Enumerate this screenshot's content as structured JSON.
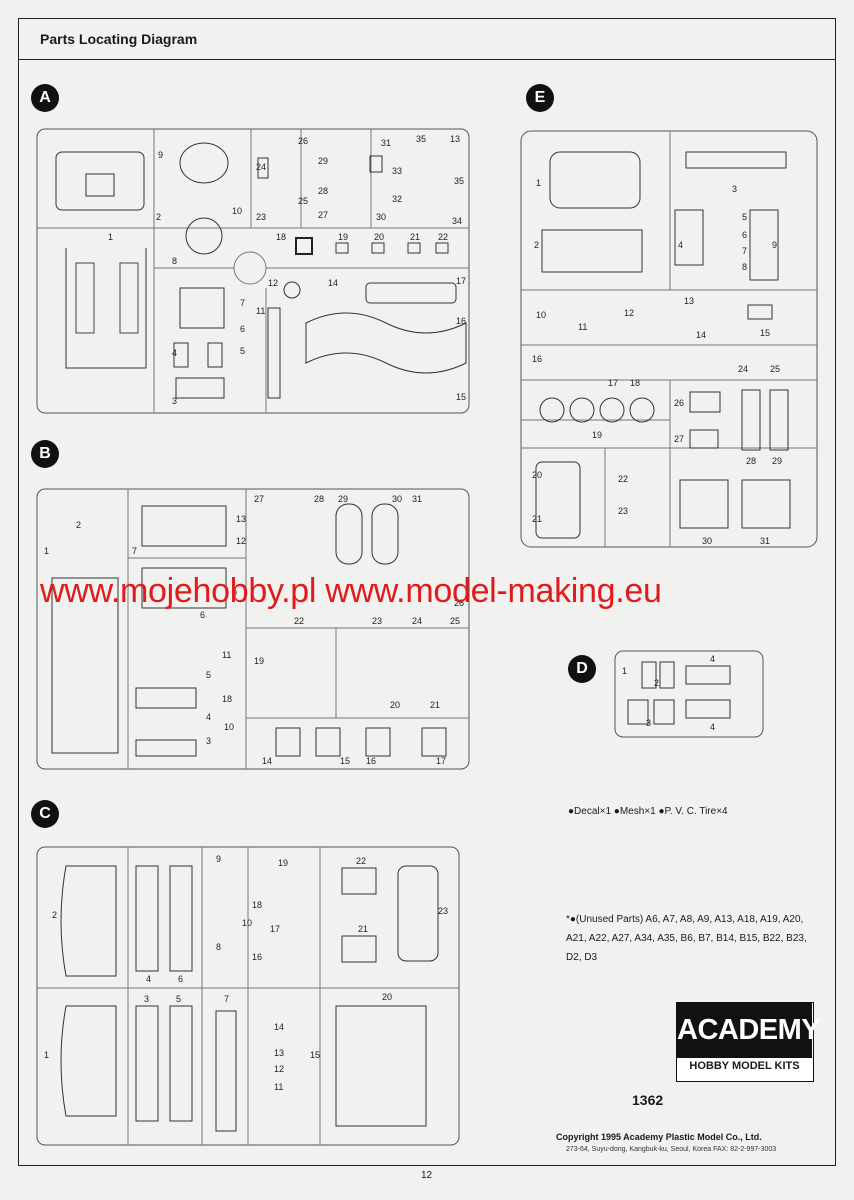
{
  "header": {
    "title": "Parts Locating Diagram"
  },
  "sections": {
    "A": "A",
    "B": "B",
    "C": "C",
    "D": "D",
    "E": "E"
  },
  "watermark": "www.mojehobby.pl www.model-making.eu",
  "extras": {
    "text": "●Decal×1  ●Mesh×1  ●P. V. C.  Tire×4"
  },
  "unused": {
    "label": "*●(Unused Parts)",
    "parts": "A6, A7, A8, A9, A13, A18, A19, A20, A21, A22, A27, A34, A35, B6, B7, B14, B15, B22, B23, D2, D3"
  },
  "brand": {
    "name": "ACADEMY",
    "tagline": "HOBBY MODEL KITS"
  },
  "kit_number": "1362",
  "copyright": {
    "line1": "Copyright 1995 Academy Plastic Model Co., Ltd.",
    "line2": "273-64, Suyu-dong, Kangbuk-ku, Seoul, Korea   FAX: 82-2-997-3003"
  },
  "page_number": "12"
}
